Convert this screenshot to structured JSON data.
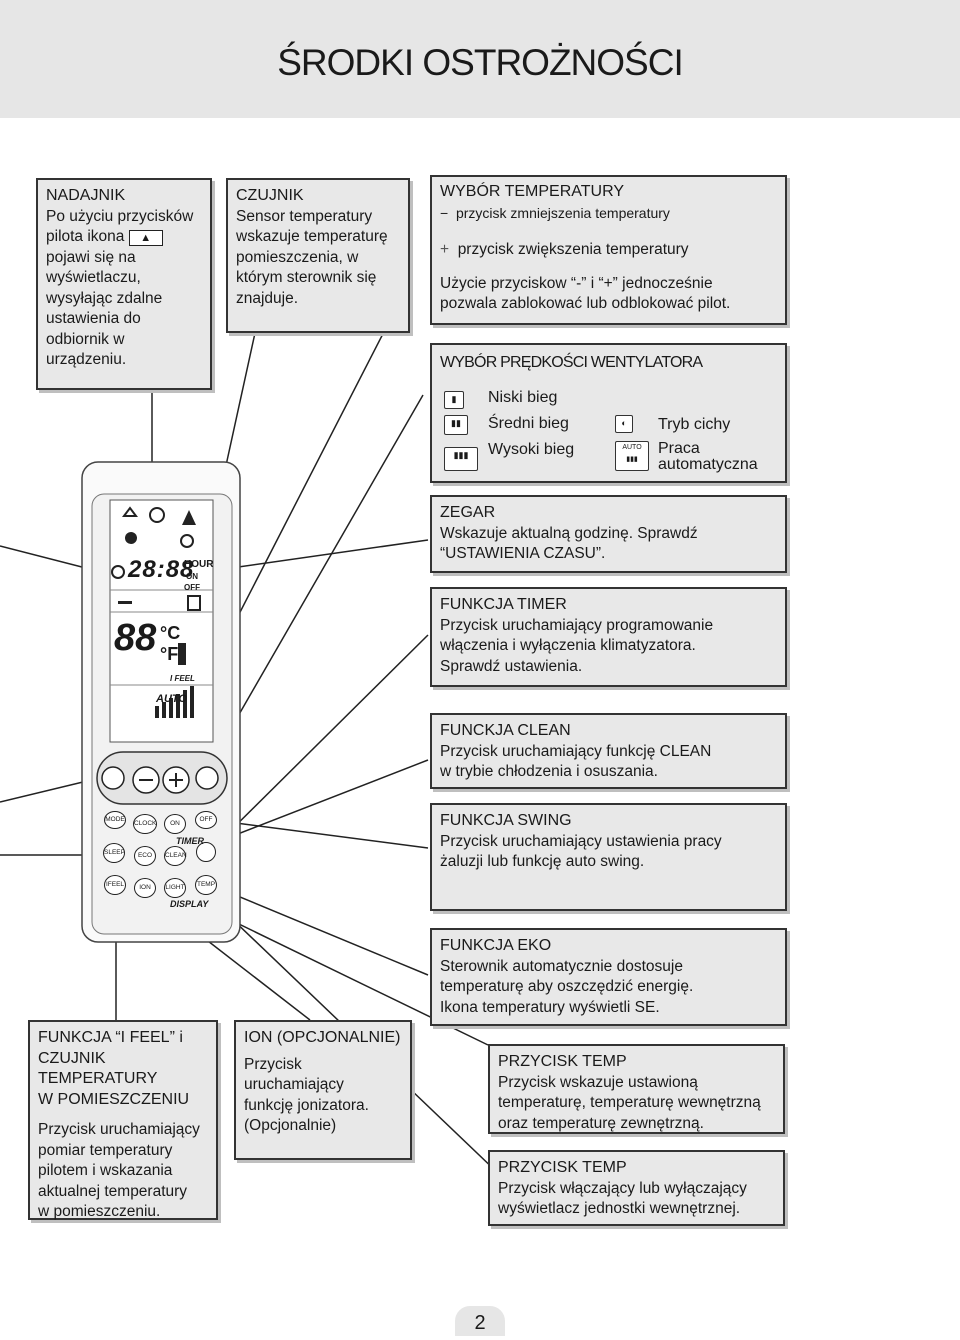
{
  "title": "ŚRODKI OSTROŻNOŚCI",
  "page_number": "2",
  "nadajnik": {
    "heading": "NADAJNIK",
    "lines": [
      "Po użyciu przycisków",
      "pilota ikona",
      "pojawi się na",
      "wyświetlaczu,",
      "wysyłając zdalne",
      "ustawienia do",
      "odbiornik w",
      "urządzeniu."
    ]
  },
  "czujnik": {
    "heading": "CZUJNIK",
    "lines": [
      "Sensor temperatury",
      "wskazuje temperaturę",
      "pomieszczenia, w",
      "którym sterownik się",
      "znajduje."
    ]
  },
  "temperatura": {
    "heading": "WYBÓR TEMPERATURY",
    "minus_sign": "−",
    "minus": "przycisk zmniejszenia temperatury",
    "plus_sign": "+",
    "plus": "przycisk zwiększenia temperatury",
    "lines": [
      "Użycie przyciskow “-” i “+” jednocześnie",
      "pozwala zablokować lub odblokować pilot."
    ]
  },
  "wentylator": {
    "heading": "WYBÓR PRĘDKOŚCI WENTYLATORA",
    "niski": "Niski bieg",
    "sredni": "Średni bieg",
    "wysoki": "Wysoki bieg",
    "cichy": "Tryb cichy",
    "auto_1": "Praca",
    "auto_2": "automatyczna",
    "auto_icon_label": "AUTO"
  },
  "zegar": {
    "heading": "ZEGAR",
    "lines": [
      "Wskazuje aktualną godzinę. Sprawdź",
      "“USTAWIENIA CZASU”."
    ]
  },
  "timer": {
    "heading": "FUNKCJA TIMER",
    "lines": [
      "Przycisk uruchamiający programowanie",
      "włączenia i wyłączenia klimatyzatora.",
      "Sprawdź ustawienia."
    ]
  },
  "clean": {
    "heading": "FUNCKJA CLEAN",
    "lines": [
      "Przycisk uruchamiający funkcję CLEAN",
      "w trybie chłodzenia i osuszania."
    ]
  },
  "swing": {
    "heading": "FUNKCJA SWING",
    "lines": [
      "Przycisk uruchamiający ustawienia pracy",
      "żaluzji lub funkcję auto swing."
    ]
  },
  "eko": {
    "heading": "FUNKCJA EKO",
    "lines": [
      "Sterownik automatycznie dostosuje",
      "temperaturę aby oszczędzić energię.",
      "Ikona temperatury wyświetli SE."
    ]
  },
  "ifeel": {
    "heading_lines": [
      "FUNKCJA “I FEEL” i",
      "CZUJNIK TEMPERATURY",
      "W POMIESZCZENIU"
    ],
    "lines": [
      "Przycisk uruchamiający",
      "pomiar temperatury",
      "pilotem i wskazania",
      "aktualnej temperatury",
      "w pomieszczeniu."
    ]
  },
  "ion": {
    "heading": "ION (OPCJONALNIE)",
    "lines": [
      "Przycisk",
      "uruchamiający",
      "funkcję jonizatora.",
      "(Opcjonalnie)"
    ]
  },
  "temp1": {
    "heading": "PRZYCISK TEMP",
    "lines": [
      "Przycisk wskazuje ustawioną",
      "temperaturę, temperaturę wewnętrzną",
      "oraz temperaturę zewnętrzną."
    ]
  },
  "temp2": {
    "heading": "PRZYCISK TEMP",
    "lines": [
      "Przycisk włączający lub wyłączający",
      "wyświetlacz jednostki wewnętrznej."
    ]
  },
  "remote": {
    "clock": "28:88",
    "hour": "HOUR",
    "on": "ON",
    "off": "OFF",
    "temp": "88",
    "c": "°C",
    "f": "°F",
    "ifeel": "I FEEL",
    "auto": "AUTO",
    "buttons": {
      "mode": "MODE",
      "clock": "CLOCK",
      "on": "ON",
      "off": "OFF",
      "sleep": "SLEEP",
      "eco": "ECO",
      "clean": "CLEAN",
      "ifeel": "IFEEL",
      "ion": "ION",
      "light": "LIGHT",
      "temp": "TEMP",
      "timer": "TIMER",
      "display": "DISPLAY"
    }
  }
}
